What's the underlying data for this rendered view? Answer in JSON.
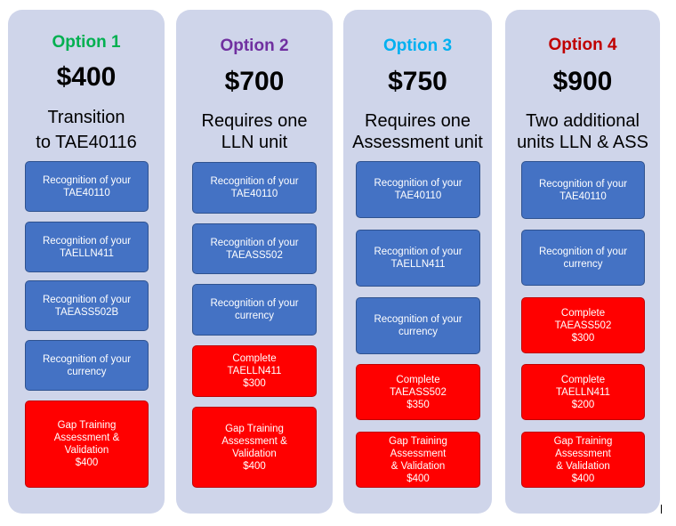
{
  "options": [
    {
      "label": "Option 1",
      "label_color": "#00b050",
      "price": "$400",
      "desc_lines": [
        "Transition",
        "to TAE40116"
      ],
      "items": [
        {
          "color": "blue",
          "lines": [
            "Recognition of your",
            "TAE40110"
          ]
        },
        {
          "color": "blue",
          "lines": [
            "Recognition of your",
            "TAELLN411"
          ]
        },
        {
          "color": "blue",
          "lines": [
            "Recognition of your",
            "TAEASS502B"
          ]
        },
        {
          "color": "blue",
          "lines": [
            "Recognition of your",
            "currency"
          ]
        },
        {
          "color": "red",
          "lines": [
            "Gap Training",
            "Assessment &",
            "Validation",
            "$400"
          ]
        }
      ]
    },
    {
      "label": "Option 2",
      "label_color": "#7030a0",
      "price": "$700",
      "desc_lines": [
        "Requires one",
        "LLN unit"
      ],
      "items": [
        {
          "color": "blue",
          "lines": [
            "Recognition of your",
            "TAE40110"
          ]
        },
        {
          "color": "blue",
          "lines": [
            "Recognition of your",
            "TAEASS502"
          ]
        },
        {
          "color": "blue",
          "lines": [
            "Recognition of your",
            "currency"
          ]
        },
        {
          "color": "red",
          "lines": [
            "Complete",
            "TAELLN411",
            "$300"
          ]
        },
        {
          "color": "red",
          "lines": [
            "Gap Training",
            "Assessment &",
            "Validation",
            "$400"
          ]
        }
      ]
    },
    {
      "label": "Option 3",
      "label_color": "#00b0f0",
      "price": "$750",
      "desc_lines": [
        "Requires one",
        "Assessment unit"
      ],
      "items": [
        {
          "color": "blue",
          "lines": [
            "Recognition of your",
            "TAE40110"
          ]
        },
        {
          "color": "blue",
          "lines": [
            "Recognition of your",
            "TAELLN411"
          ]
        },
        {
          "color": "blue",
          "lines": [
            "Recognition of your",
            "currency"
          ]
        },
        {
          "color": "red",
          "lines": [
            "Complete",
            "TAEASS502",
            "$350"
          ]
        },
        {
          "color": "red",
          "lines": [
            "Gap Training Assessment",
            "& Validation",
            "$400"
          ]
        }
      ]
    },
    {
      "label": "Option 4",
      "label_color": "#c00000",
      "price": "$900",
      "desc_lines": [
        "Two additional",
        "units LLN & ASS"
      ],
      "items": [
        {
          "color": "blue",
          "lines": [
            "Recognition of your",
            "TAE40110"
          ]
        },
        {
          "color": "blue",
          "lines": [
            "Recognition of your",
            "currency"
          ]
        },
        {
          "color": "red",
          "lines": [
            "Complete",
            "TAEASS502",
            "$300"
          ]
        },
        {
          "color": "red",
          "lines": [
            "Complete",
            "TAELLN411",
            "$200"
          ]
        },
        {
          "color": "red",
          "lines": [
            "Gap Training Assessment",
            "& Validation",
            "$400"
          ]
        }
      ]
    }
  ]
}
